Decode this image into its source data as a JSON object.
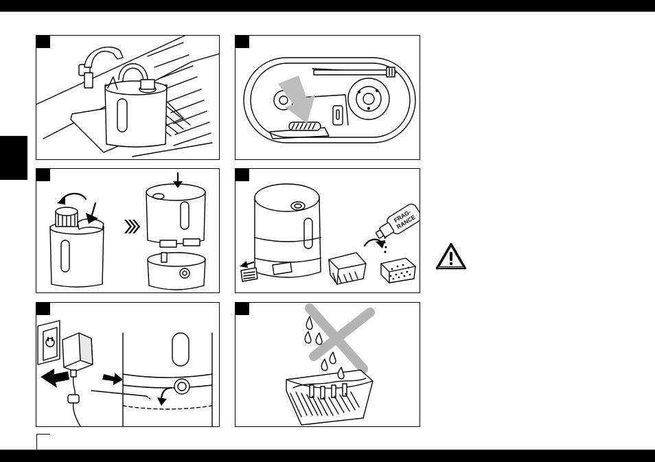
{
  "page": {
    "icons": {
      "warning": "warning-triangle-icon"
    }
  },
  "figures": [
    {
      "id": "fig-1",
      "icon": "faucet-fill-tank-icon"
    },
    {
      "id": "fig-2",
      "icon": "base-top-view-arrow-icon"
    },
    {
      "id": "fig-3",
      "icon": "twist-cap-assemble-icon"
    },
    {
      "id": "fig-4",
      "icon": "fragrance-sponge-icon"
    },
    {
      "id": "fig-5",
      "icon": "plug-adapter-icon"
    },
    {
      "id": "fig-6",
      "icon": "no-water-in-tray-icon"
    }
  ],
  "labels": {
    "fragrance_line1": "FRAG-",
    "fragrance_line2": "RANCE"
  }
}
